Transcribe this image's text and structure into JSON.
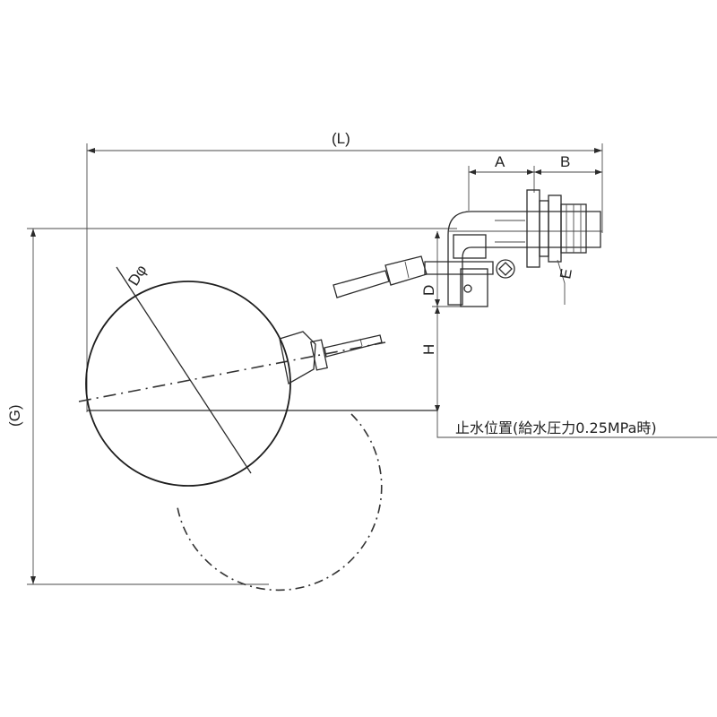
{
  "labels": {
    "length": "(L)",
    "dim_a": "A",
    "dim_b": "B",
    "dim_d": "D",
    "dim_e": "E",
    "dim_h": "H",
    "diameter": "Dφ",
    "overall_height": "(G)",
    "shutoff_note": "止水位置(給水圧力0.25MPa時)"
  }
}
